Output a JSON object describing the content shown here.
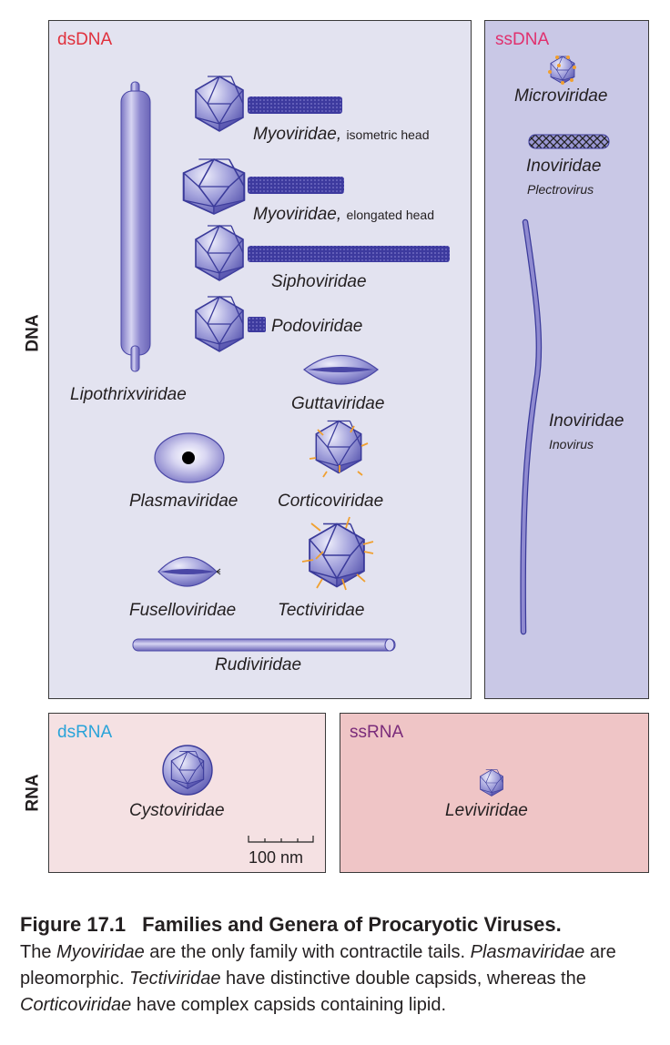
{
  "figure": {
    "side_labels": {
      "dna": "DNA",
      "rna": "RNA"
    },
    "panels": {
      "dsdna": {
        "title": "dsDNA",
        "title_color": "#e0303c",
        "bg": "#e3e3f0"
      },
      "ssdna": {
        "title": "ssDNA",
        "title_color": "#e0306e",
        "bg": "#c9c8e6"
      },
      "dsrna": {
        "title": "dsRNA",
        "title_color": "#29a3d9",
        "bg": "#f5e1e3"
      },
      "ssrna": {
        "title": "ssRNA",
        "title_color": "#7a2b7a",
        "bg": "#efc5c6"
      }
    },
    "viruses": {
      "myo_iso": {
        "name": "Myoviridae,",
        "note": "isometric head"
      },
      "myo_elong": {
        "name": "Myoviridae,",
        "note": "elongated head"
      },
      "sipho": {
        "name": "Siphoviridae"
      },
      "podo": {
        "name": "Podoviridae"
      },
      "lipothrix": {
        "name": "Lipothrixviridae"
      },
      "gutta": {
        "name": "Guttaviridae"
      },
      "plasma": {
        "name": "Plasmaviridae"
      },
      "cortico": {
        "name": "Corticoviridae"
      },
      "fusello": {
        "name": "Fuselloviridae"
      },
      "tecti": {
        "name": "Tectiviridae"
      },
      "rudi": {
        "name": "Rudiviridae"
      },
      "micro": {
        "name": "Microviridae"
      },
      "ino_plectro": {
        "name": "Inoviridae",
        "genus": "Plectrovirus"
      },
      "ino_inovirus": {
        "name": "Inoviridae",
        "genus": "Inovirus"
      },
      "cysto": {
        "name": "Cystoviridae"
      },
      "levi": {
        "name": "Leviviridae"
      }
    },
    "scale_bar": {
      "label": "100 nm"
    },
    "colors": {
      "virus_fill": "#8f8fd0",
      "virus_stroke": "#3a3a9a",
      "spike": "#f0a030"
    }
  },
  "caption": {
    "number": "Figure 17.1",
    "title": "Families and Genera of Procaryotic Viruses.",
    "segments": [
      {
        "text": "The ",
        "italic": false
      },
      {
        "text": "Myoviridae",
        "italic": true
      },
      {
        "text": " are the only family with contractile tails. ",
        "italic": false
      },
      {
        "text": "Plasmaviridae",
        "italic": true
      },
      {
        "text": " are pleomorphic. ",
        "italic": false
      },
      {
        "text": "Tectiviridae",
        "italic": true
      },
      {
        "text": " have distinctive double capsids, whereas the ",
        "italic": false
      },
      {
        "text": "Corticoviridae",
        "italic": true
      },
      {
        "text": " have complex capsids containing lipid.",
        "italic": false
      }
    ]
  }
}
